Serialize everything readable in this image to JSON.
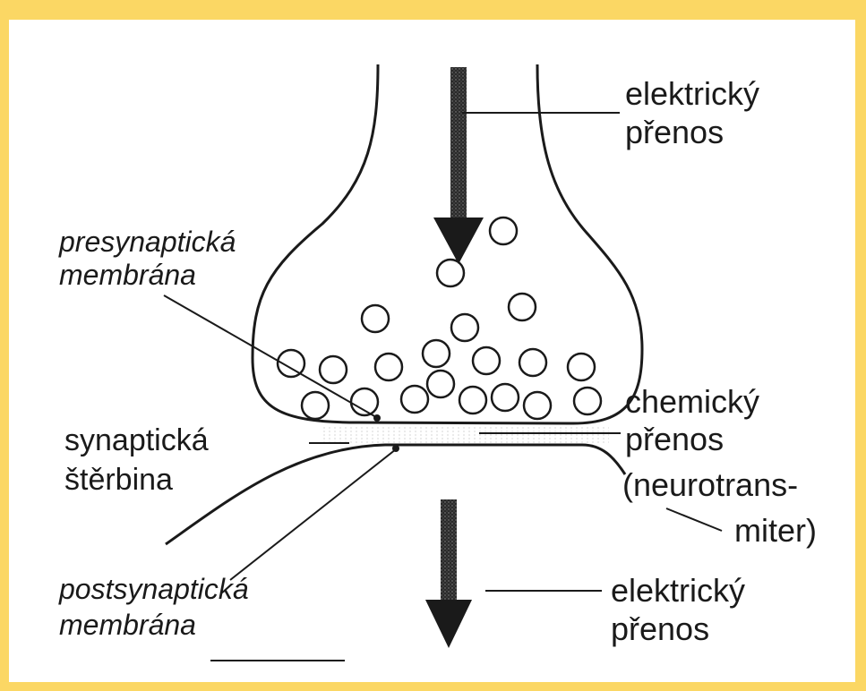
{
  "colors": {
    "frame_yellow": "#fbd764",
    "paper": "#ffffff",
    "ink": "#1a1a1a"
  },
  "labels": {
    "electric_top": [
      "elektrický",
      "přenos"
    ],
    "presynaptic": [
      "presynaptická",
      "membrána"
    ],
    "chemical": [
      "chemický",
      "přenos",
      "(neurotrans-",
      "miter)"
    ],
    "synaptic_cleft": [
      "synaptická",
      "štěrbina"
    ],
    "postsynaptic": [
      "postsynaptická",
      "membrána"
    ],
    "electric_bottom": [
      "elektrický",
      "přenos"
    ]
  }
}
